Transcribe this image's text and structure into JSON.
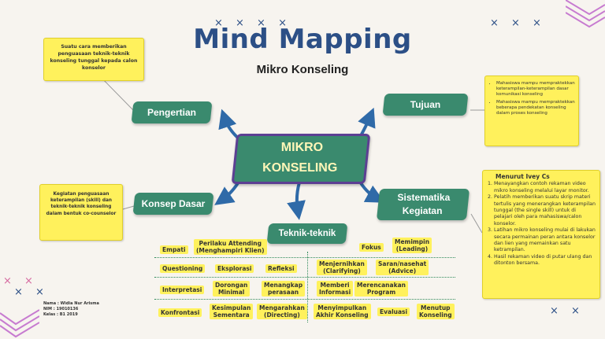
{
  "header": {
    "title": "Mind Mapping",
    "subtitle": "Mikro Konseling"
  },
  "decor": {
    "x_marks": "× × × ×",
    "x_marks_right": "× × ×",
    "x_marks_left": "× ×",
    "x_marks_bottom": "× ×"
  },
  "center": {
    "line1": "MIKRO",
    "line2": "KONSELING"
  },
  "branches": {
    "pengertian": {
      "label": "Pengertian",
      "note": "Suatu cara memberikan penguasaan teknik-teknik konseling tunggal kepada calon konselor"
    },
    "tujuan": {
      "label": "Tujuan",
      "items": [
        "Mahasiswa mampu mempraktekkan keterampilan-keterampilan dasar komunikasi konseling",
        "Mahasiswa mampu mempraktekkan beberapa pendekatan konseling dalam proses konseling"
      ]
    },
    "konsep": {
      "label": "Konsep Dasar",
      "note": "Kegiatan penguasaan keterampilan (skill) dan teknik-teknik konseling dalam bentuk co-counselor"
    },
    "sistematika": {
      "label_line1": "Sistematika",
      "label_line2": "Kegiatan",
      "source": "Menurut Ivey Cs",
      "steps": [
        "Menayangkan contoh rekaman video mikro konseling melalui layar monitor.",
        "Pelatih memberikan suatu skrip materi tertulis yang menerangkan keterampilan tunggal (the single skill) untuk di pelajari oleh para mahasiswa/calon konselor.",
        "Latihan mikro konseling mulai di lakukan secara permainan peran antara konselor dan lien yang memainkan satu ketrampilan.",
        "Hasil rekaman video di putar ulang dan ditonton bersama."
      ]
    },
    "teknik": {
      "label": "Teknik-teknik",
      "chips": [
        {
          "text": "Empati"
        },
        {
          "text": "Perilaku Attending\n(Menghampiri Klien)"
        },
        {
          "text": "Fokus"
        },
        {
          "text": "Memimpin\n(Leading)"
        },
        {
          "text": "Questioning"
        },
        {
          "text": "Eksplorasi"
        },
        {
          "text": "Refleksi"
        },
        {
          "text": "Menjernihkan\n(Clarifying)"
        },
        {
          "text": "Saran/nasehat\n(Advice)"
        },
        {
          "text": "Interpretasi"
        },
        {
          "text": "Dorongan\nMinimal"
        },
        {
          "text": "Menangkap\nperasaan"
        },
        {
          "text": "Memberi\nInformasi"
        },
        {
          "text": "Merencanakan\nProgram"
        },
        {
          "text": "Konfrontasi"
        },
        {
          "text": "Kesimpulan\nSementara"
        },
        {
          "text": "Mengarahkan\n(Directing)"
        },
        {
          "text": "Menyimpulkan\nAkhir Konseling"
        },
        {
          "text": "Evaluasi"
        },
        {
          "text": "Menutup\nKonseling"
        }
      ]
    }
  },
  "footer": {
    "name": "Nama : Widia Nur Arisma",
    "nim": "NIM : 19010136",
    "kelas": "Kelas : B1 2019"
  },
  "colors": {
    "node": "#3a8a6e",
    "note": "#fff15c",
    "title": "#2c4f86",
    "arrow": "#2f6aa8"
  }
}
